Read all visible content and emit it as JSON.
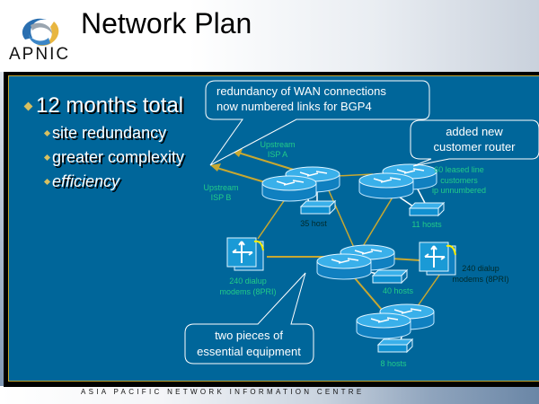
{
  "header": {
    "logo_text": "APNIC",
    "title": "Network Plan"
  },
  "bullets": {
    "main": "12 months total",
    "sub": [
      "site redundancy",
      "greater complexity",
      "efficiency"
    ]
  },
  "callouts": {
    "wan": [
      "redundancy of WAN connections",
      "now numbered links for BGP4"
    ],
    "router": [
      "added new",
      "customer router"
    ],
    "equipment": [
      "two pieces of",
      "essential equipment"
    ]
  },
  "diagram_labels": {
    "isp_a": [
      "Upstream",
      "ISP A"
    ],
    "isp_b": [
      "Upstream",
      "ISP B"
    ],
    "leased": [
      "60 leased line",
      "customers",
      "ip unnumbered"
    ],
    "host35": "35 host",
    "host11": "11 hosts",
    "host40": "40 hosts",
    "host8": "8 hosts",
    "modems_left": [
      "240 dialup",
      "modems (8PRI)"
    ],
    "modems_right": [
      "240 dialup",
      "modems (8PRI)"
    ]
  },
  "footer": {
    "text": "ASIA PACIFIC NETWORK INFORMATION CENTRE"
  },
  "colors": {
    "panel": "#00669a",
    "border": "#c8a830",
    "link": "#c8a830",
    "label": "#22cc88",
    "device": "#1a9ad6"
  }
}
